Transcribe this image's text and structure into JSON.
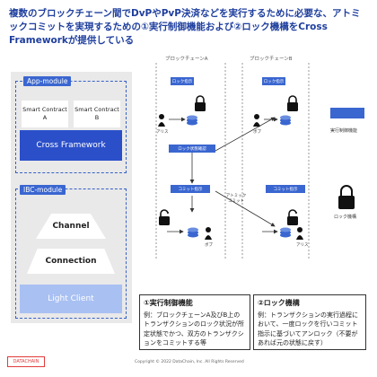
{
  "title": "複数のブロックチェーン間でDvPやPvP決済などを実行するために必要な、アトミックコミットを実現するための①実行制御機能および②ロック機構をCross Frameworkが提供している",
  "left_stack": {
    "app_module": "App-module",
    "contract_a": "Smart Contract A",
    "contract_b": "Smart Contract B",
    "cross_framework": "Cross Framework",
    "ibc_module": "IBC-module",
    "channel": "Channel",
    "connection": "Connection",
    "light_client": "Light Client"
  },
  "diagram": {
    "chain_a": "ブロックチェーンA",
    "chain_b": "ブロックチェーンB",
    "lock_instruction_a": "ロック指示",
    "lock_instruction_b": "ロック指示",
    "lock_result": "ロック状態確認",
    "commit_instruction_a": "コミット指示",
    "commit_instruction_b": "コミット指示",
    "atomic_commit": "アトミック コミット",
    "alice_1": "アリス",
    "bob_1": "ボブ",
    "bob_2": "ボブ",
    "alice_2": "アリス",
    "legend_exec": "実行制御機能",
    "legend_lock": "ロック機構"
  },
  "notes": {
    "exec_title": "①実行制御機能",
    "exec_body": "例：ブロックチェーンA及びB上のトランザクションのロック状況が所定状態でかつ、双方のトランザクションをコミットする等",
    "lock_title": "②ロック機構",
    "lock_body": "例：トランザクションの実行過程において、一度ロックを行いコミット指示に基づいてアンロック（不要があれば元の状態に戻す）"
  },
  "footer": {
    "logo": "DATACHAIN",
    "copyright": "Copyright © 2022 DataChain, Inc. All Rights Reserved"
  },
  "colors": {
    "accent": "#2b4fc9",
    "title": "#1f3f9e",
    "light_client": "#a9c0f2",
    "logo": "#e23b3b"
  }
}
